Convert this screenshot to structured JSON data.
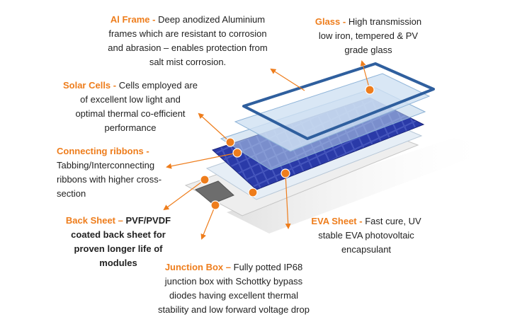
{
  "colors": {
    "accent": "#ee7d1c",
    "text": "#222222",
    "frame": "#2f5f9e",
    "cell": "#23309a",
    "glass": "#cfe1f2",
    "eva": "#e6eef6",
    "backsheet": "#eeeeee",
    "junction_box": "#6d6d6d"
  },
  "labels": {
    "al_frame": {
      "title": "Al Frame -",
      "lines": [
        "Deep anodized Aluminium",
        "frames which are resistant to corrosion",
        "and abrasion – enables protection from",
        "salt mist corrosion."
      ]
    },
    "glass": {
      "title": "Glass -",
      "lines": [
        "High transmission",
        "low iron, tempered & PV",
        "grade glass"
      ]
    },
    "solar_cells": {
      "title": "Solar Cells -",
      "lines": [
        "Cells employed are",
        "of excellent low light and",
        "optimal thermal co-efficient",
        "performance"
      ]
    },
    "connecting_ribbons": {
      "title": "Connecting ribbons -",
      "lines": [
        "Tabbing/Interconnecting",
        "ribbons with higher cross-",
        "section"
      ]
    },
    "back_sheet": {
      "title": "Back Sheet –",
      "lines": [
        "PVF/PVDF",
        "coated back sheet for",
        "proven longer life of",
        "modules"
      ]
    },
    "eva_sheet": {
      "title": "EVA Sheet -",
      "lines": [
        "Fast cure, UV",
        "stable EVA photovoltaic",
        "encapsulant"
      ]
    },
    "junction_box": {
      "title": "Junction Box –",
      "lines": [
        "Fully potted IP68",
        "junction box with Schottky bypass",
        "diodes having excellent thermal",
        "stability and low forward voltage drop"
      ]
    }
  }
}
